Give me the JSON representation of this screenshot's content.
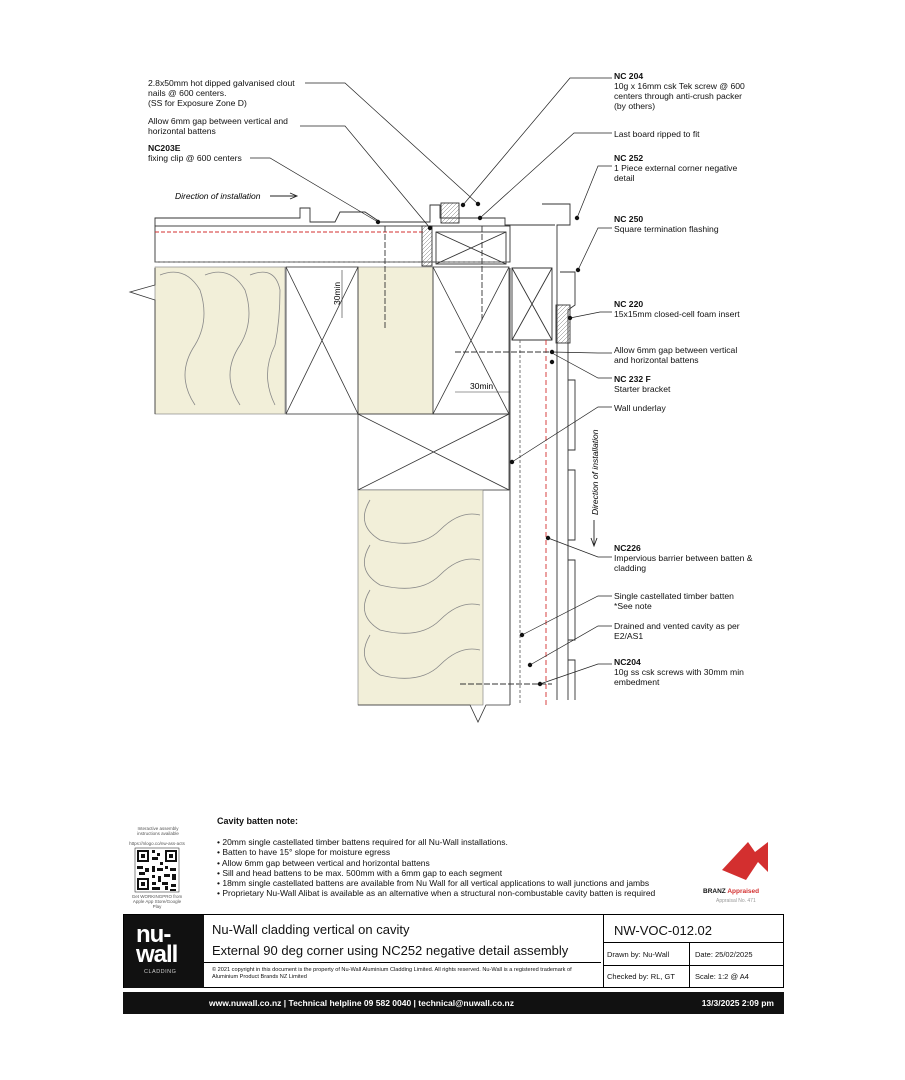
{
  "callouts_left": [
    {
      "bold": "",
      "text": "2.8x50mm hot dipped galvanised clout\nnails @ 600 centers.\n(SS for Exposure Zone D)"
    },
    {
      "bold": "",
      "text": "Allow 6mm gap between vertical and\nhorizontal battens"
    },
    {
      "bold": "NC203E",
      "text": "fixing clip @ 600 centers"
    }
  ],
  "callouts_right": [
    {
      "bold": "NC 204",
      "text": "10g x 16mm csk Tek screw @ 600\ncenters through anti-crush packer\n(by others)"
    },
    {
      "bold": "",
      "text": "Last board ripped to fit"
    },
    {
      "bold": "NC 252",
      "text": "1 Piece external corner negative\ndetail"
    },
    {
      "bold": "NC 250",
      "text": "Square termination flashing"
    },
    {
      "bold": "NC 220",
      "text": "15x15mm closed-cell foam insert"
    },
    {
      "bold": "",
      "text": "Allow 6mm gap between vertical\nand horizontal battens"
    },
    {
      "bold": "NC 232 F",
      "text": "Starter bracket"
    },
    {
      "bold": "",
      "text": "Wall underlay"
    },
    {
      "bold": "NC226",
      "text": "Impervious barrier between batten &\ncladding"
    },
    {
      "bold": "",
      "text": "Single castellated timber batten\n*See note"
    },
    {
      "bold": "",
      "text": "Drained and vented cavity as per\nE2/AS1"
    },
    {
      "bold": "NC204",
      "text": "10g ss csk screws with 30mm min\nembedment"
    }
  ],
  "drawing_text": {
    "direction_h": "Direction of installation",
    "direction_v": "Direction of installation",
    "dim_30_a": "30min",
    "dim_30_b": "30min"
  },
  "note": {
    "title": "Cavity batten note:",
    "items": [
      "20mm single castellated timber battens required for all Nu-Wall installations.",
      "Batten to have 15° slope for moisture egress",
      "Allow 6mm gap between vertical and horizontal battens",
      "Sill and head battens to be max. 500mm with a 6mm gap to each segment",
      "18mm single castellated battens are available from Nu Wall for all vertical applications to wall junctions and jambs",
      "Proprietary Nu-Wall Alibat is available as an alternative when a structural non-combustable cavity batten is required"
    ]
  },
  "qr": {
    "caption_top": "Interactive assembly\ninstructions available",
    "url": "https://nlogo.co/nw-ass-acts",
    "caption_bottom": "Get WORKINGPRO from\nApple App Store/Google Play"
  },
  "branz": {
    "brand": "BRANZ",
    "appraised": "Appraised",
    "number": "Appraisal No. 471"
  },
  "title_block": {
    "logo_line1": "nu-",
    "logo_line2": "wall",
    "logo_sub": "CLADDING",
    "title": "Nu-Wall cladding vertical on cavity",
    "subtitle": "External 90 deg corner using NC252 negative detail assembly",
    "copyright": "© 2021 copyright in this document is the property of Nu-Wall Aluminium Cladding Limited. All rights reserved. Nu-Wall is a registered trademark of Aluminium Product Brands NZ Limited",
    "code": "NW-VOC-012.02",
    "drawn_by": "Drawn by: Nu-Wall",
    "date": "Date:    25/02/2025",
    "checked_by": "Checked by: RL, GT",
    "scale": "Scale:   1:2 @ A4"
  },
  "footer": {
    "contact": "www.nuwall.co.nz  |  Technical helpline 09 582 0040  |  technical@nuwall.co.nz",
    "timestamp": "13/3/2025 2:09 pm"
  },
  "colors": {
    "insulation": "#f2efd9",
    "accent_red": "#d32f2f",
    "barrier_red": "#e57373"
  }
}
